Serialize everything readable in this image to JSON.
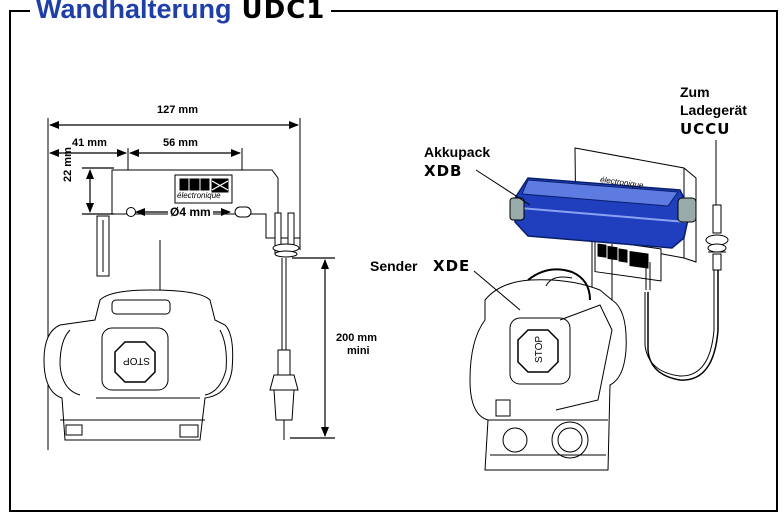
{
  "title": {
    "text": "Wandhalterung",
    "model": "UDC1"
  },
  "dimensions": {
    "total_width": "127 mm",
    "left_offset": "41 mm",
    "hole_spacing": "56 mm",
    "height": "22 mm",
    "hole_diameter": "Ø4 mm",
    "min_length": "200 mm",
    "min_suffix": "mini"
  },
  "labels": {
    "charger_prefix_1": "Zum",
    "charger_prefix_2": "Ladegerät",
    "charger_code": "UCCU",
    "battery_name": "Akkupack",
    "battery_code": "XDB",
    "sender_name": "Sender",
    "sender_code": "XDE"
  },
  "brand": {
    "logo": "jay",
    "sub": "électronique"
  },
  "stop_label": "STOP",
  "colors": {
    "title": "#1f3fa8",
    "battery": "#1f3fbf",
    "line": "#000000"
  },
  "icons": [
    "jay-logo-icon",
    "stop-button-icon",
    "charger-plug-icon"
  ]
}
